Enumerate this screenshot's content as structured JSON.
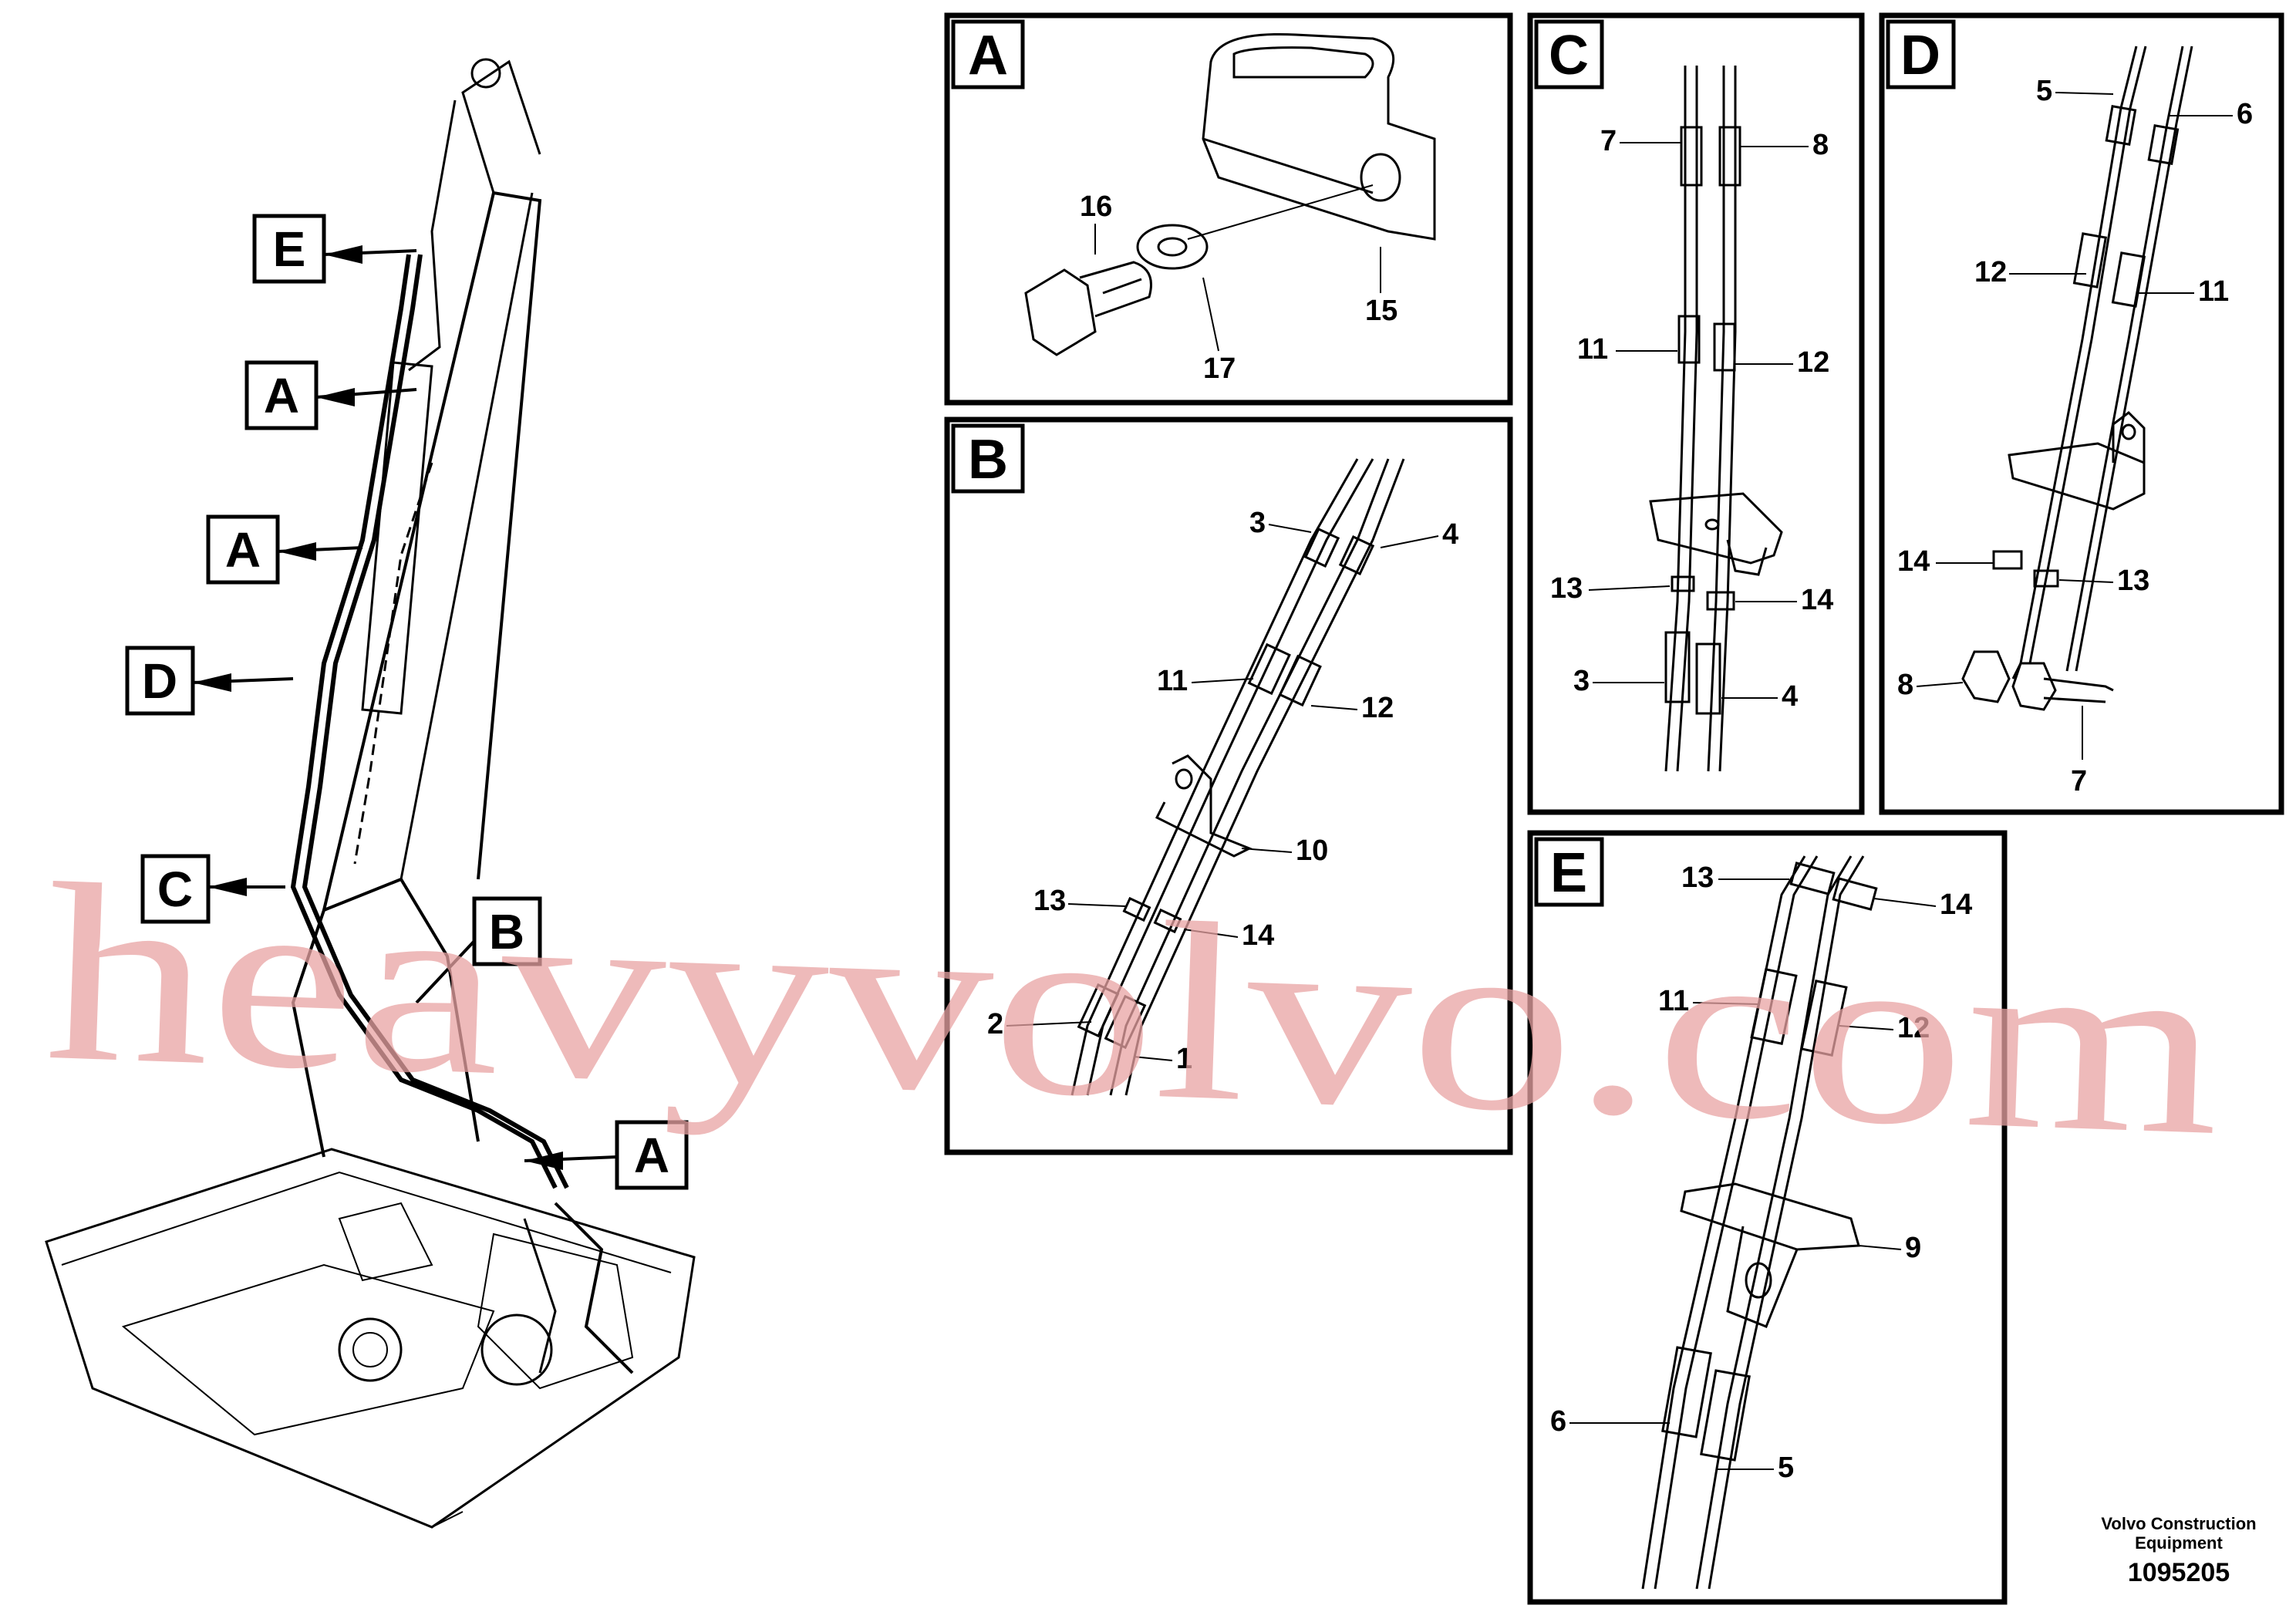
{
  "watermark": "heavyvolvo.com",
  "footer": {
    "company_line1": "Volvo Construction",
    "company_line2": "Equipment",
    "drawing_number": "1095205"
  },
  "callouts": {
    "E": "E",
    "A1": "A",
    "A2": "A",
    "D": "D",
    "C": "C",
    "B": "B",
    "A3": "A"
  },
  "panels": {
    "A": {
      "letter": "A",
      "labels": {
        "l16": "16",
        "l15": "15",
        "l17": "17"
      }
    },
    "B": {
      "letter": "B",
      "labels": {
        "l3": "3",
        "l4": "4",
        "l11": "11",
        "l12": "12",
        "l10": "10",
        "l13": "13",
        "l14": "14",
        "l2": "2",
        "l1": "1"
      }
    },
    "C": {
      "letter": "C",
      "labels": {
        "l7": "7",
        "l8": "8",
        "l11": "11",
        "l12": "12",
        "l13": "13",
        "l14": "14",
        "l3": "3",
        "l4": "4"
      }
    },
    "D": {
      "letter": "D",
      "labels": {
        "l5": "5",
        "l6": "6",
        "l12": "12",
        "l11": "11",
        "l14": "14",
        "l13": "13",
        "l8": "8",
        "l7": "7"
      }
    },
    "E": {
      "letter": "E",
      "labels": {
        "l13": "13",
        "l14": "14",
        "l11": "11",
        "l12": "12",
        "l9": "9",
        "l6": "6",
        "l5": "5"
      }
    }
  }
}
